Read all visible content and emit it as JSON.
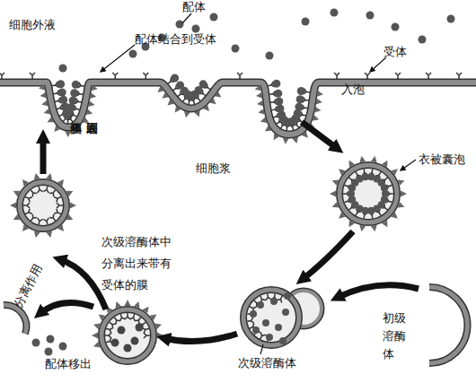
{
  "diagram": {
    "labels": [
      "配体",
      "细胞外液",
      "配体结合到受体",
      "受体",
      "入泡",
      "衣被囊泡",
      "细胞浆",
      "受体和膜",
      "返回到表面",
      "次级溶酶体中分离出来带有受体的膜",
      "分离作用",
      "配体移出",
      "次级溶酶体",
      "初级溶酶体"
    ]
  }
}
